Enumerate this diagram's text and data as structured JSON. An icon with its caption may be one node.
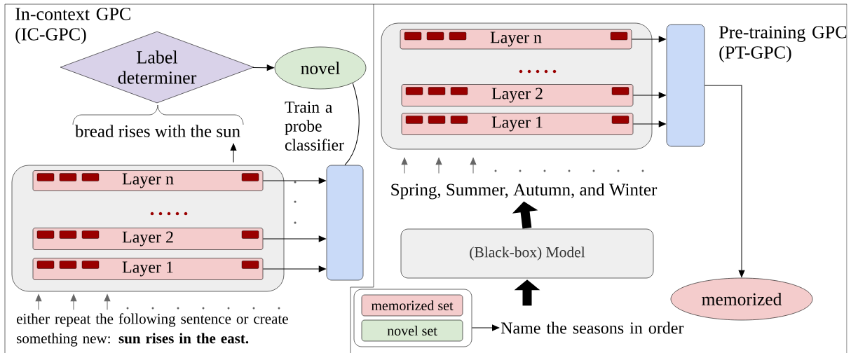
{
  "diagram": {
    "nodes": [
      {
        "text": [
          "Label determiner"
        ]
      },
      {
        "text": [
          "novel"
        ]
      },
      {
        "text": [
          "bread rises with the sun"
        ]
      },
      {
        "text": [],
        "shape": "box"
      },
      {
        "text": [
          "Layer n"
        ],
        "in": 3
      },
      {
        "text": [
          "Layer 2"
        ],
        "in": 3
      },
      {
        "text": [
          "Layer 1"
        ],
        "in": 3
      },
      {
        "text": [],
        "shape": "box"
      },
      {
        "text": [
          "either repeat the following sentence or create something new: **sun rises in the east.**"
        ]
      },
      {
        "text": [],
        "shape": "box"
      },
      {
        "text": [
          "Layer n"
        ],
        "in": 9
      },
      {
        "text": [
          "Layer 2"
        ],
        "in": 9
      },
      {
        "text": [
          "Layer 1"
        ],
        "in": 9
      },
      {
        "text": [],
        "shape": "box"
      },
      {
        "text": [
          "Spring, Summer, Autumn, and Winter"
        ]
      },
      {
        "text": [
          "(Black-box) Model"
        ]
      },
      {
        "text": [],
        "shape": "box"
      },
      {
        "text": [
          "memorized set"
        ],
        "in": 16
      },
      {
        "text": [
          "novel set"
        ],
        "in": 16
      },
      {
        "text": [
          "Name the seasons in order"
        ]
      },
      {
        "text": [
          "memorized"
        ]
      }
    ],
    "edges": [
      {
        "from": 0,
        "to": 1,
        "arrow": "to"
      },
      {
        "from": 3,
        "to": 2,
        "arrow": "to"
      },
      {
        "from": 4,
        "to": 7,
        "arrow": "to"
      },
      {
        "from": 5,
        "to": 7,
        "arrow": "to"
      },
      {
        "from": 6,
        "to": 7,
        "arrow": "to"
      },
      {
        "from": 7,
        "to": 1,
        "arrow": "none",
        "label": "Train a probe classifier"
      },
      {
        "from": 8,
        "to": 3,
        "arrow": "to",
        "color": "#666666"
      },
      {
        "from": 8,
        "to": 3,
        "arrow": "to",
        "color": "#666666"
      },
      {
        "from": 8,
        "to": 3,
        "arrow": "to",
        "color": "#666666"
      },
      {
        "from": 10,
        "to": 13,
        "arrow": "to"
      },
      {
        "from": 11,
        "to": 13,
        "arrow": "to"
      },
      {
        "from": 12,
        "to": 13,
        "arrow": "to"
      },
      {
        "from": 14,
        "to": 9,
        "arrow": "to",
        "color": "#666666"
      },
      {
        "from": 14,
        "to": 9,
        "arrow": "to",
        "color": "#666666"
      },
      {
        "from": 14,
        "to": 9,
        "arrow": "to",
        "color": "#666666"
      },
      {
        "from": 13,
        "to": 20,
        "arrow": "to"
      },
      {
        "from": 15,
        "to": 14,
        "arrow": "to",
        "style": "thick"
      },
      {
        "from": 19,
        "to": 15,
        "arrow": "to",
        "style": "thick"
      },
      {
        "from": 16,
        "to": 19,
        "arrow": "to"
      }
    ],
    "labels": [
      "In-context GPC (IC-GPC)",
      "Pre-training GPC (PT-GPC)"
    ]
  }
}
